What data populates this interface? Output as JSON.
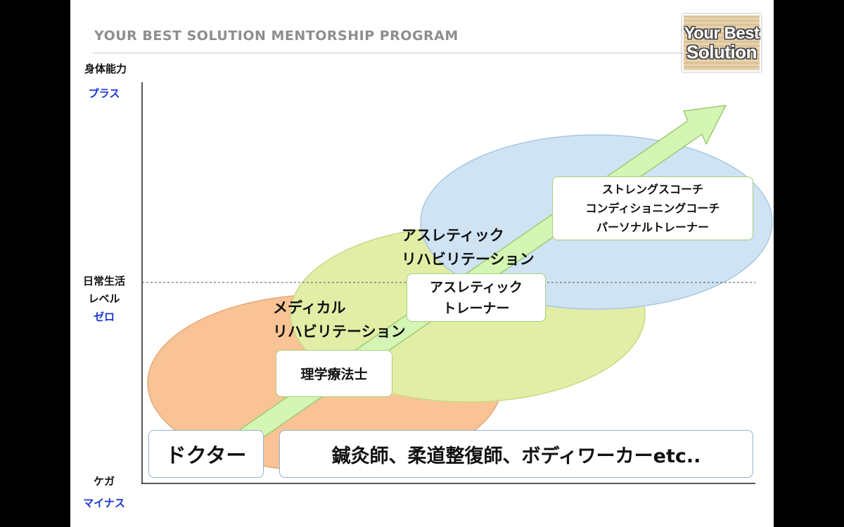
{
  "header": {
    "title": "YOUR BEST SOLUTION MENTORSHIP PROGRAM",
    "logo_line1": "Your Best",
    "logo_line2": "Solution"
  },
  "axis": {
    "top_title": "身体能力",
    "top_value": "プラス",
    "mid_title_1": "日常生活",
    "mid_title_2": "レベル",
    "mid_value": "ゼロ",
    "bottom_title": "ケガ",
    "bottom_value": "マイナス"
  },
  "stages": {
    "medical_rehab_line1": "メディカル",
    "medical_rehab_line2": "リハビリテーション",
    "athletic_rehab_line1": "アスレティック",
    "athletic_rehab_line2": "リハビリテーション"
  },
  "roles": {
    "physical_therapist": "理学療法士",
    "athletic_trainer_line1": "アスレティック",
    "athletic_trainer_line2": "トレーナー",
    "coach_line1": "ストレングスコーチ",
    "coach_line2": "コンディショニングコーチ",
    "coach_line3": "パーソナルトレーナー",
    "doctor": "ドクター",
    "bodyworkers": "鍼灸師、柔道整復師、ボディワーカーetc.."
  },
  "colors": {
    "orange_ellipse": "#f9c396",
    "green_ellipse": "#e2eda6",
    "blue_ellipse": "#cfe3f3",
    "arrow": "#d4f5b4",
    "axis_blue": "#1a35d6"
  }
}
